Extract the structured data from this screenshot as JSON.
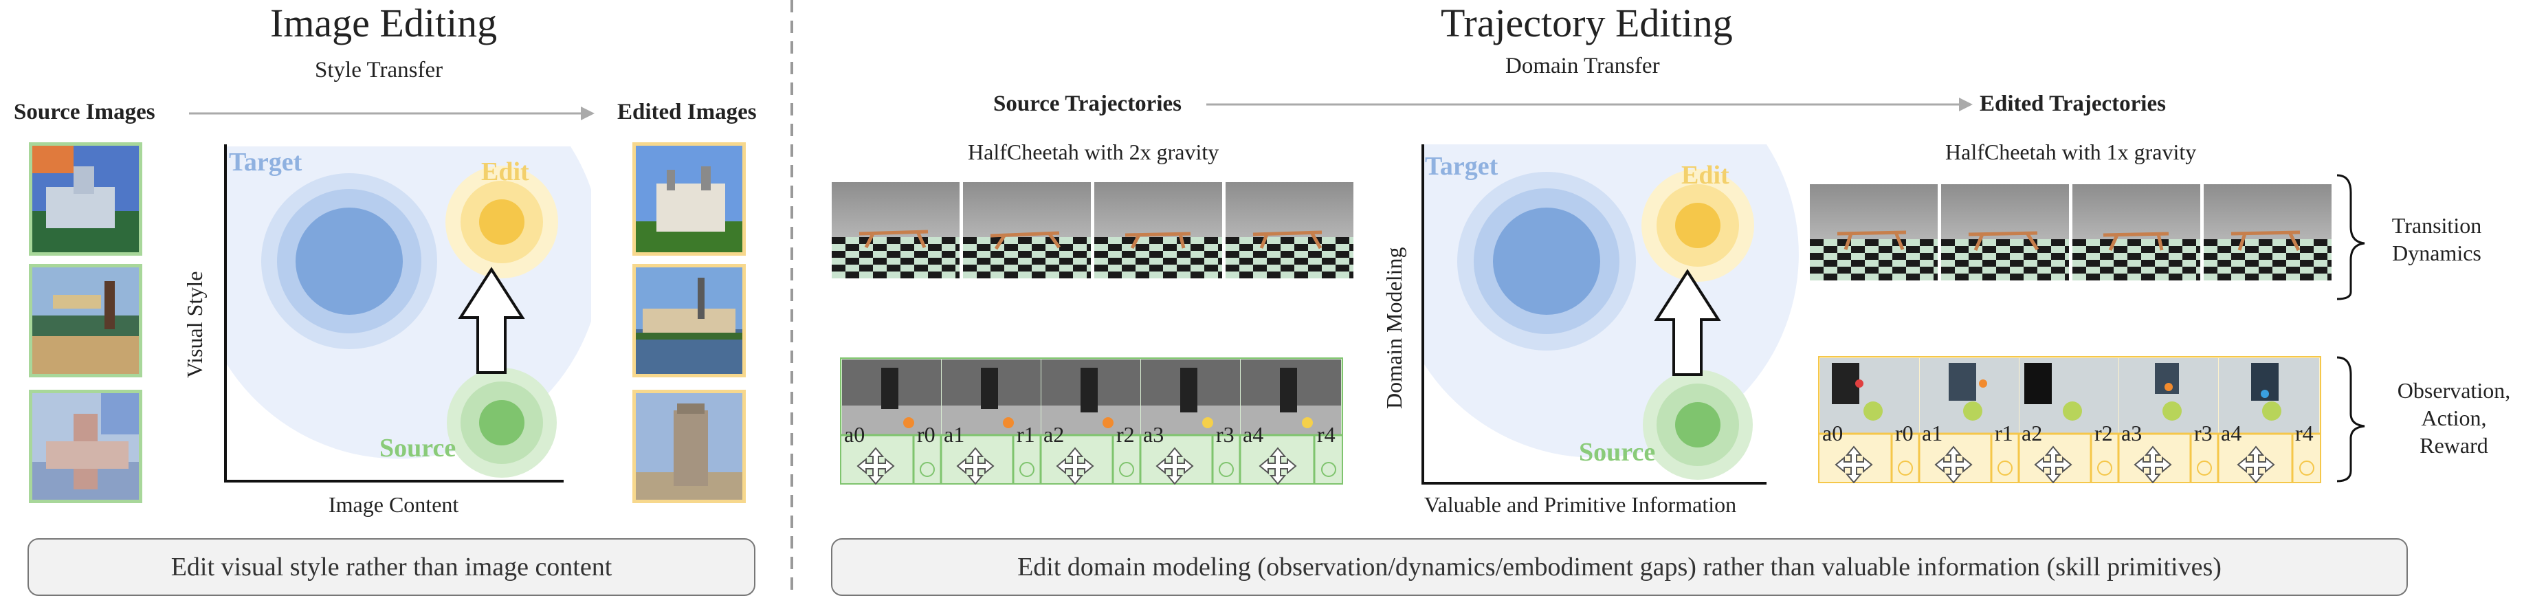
{
  "image_editing": {
    "title": "Image Editing",
    "subtitle": "Style Transfer",
    "source_label": "Source Images",
    "edited_label": "Edited Images",
    "x_axis": "Image Content",
    "y_axis": "Visual Style",
    "target": "Target",
    "edit": "Edit",
    "source": "Source",
    "caption": "Edit visual style rather than image content"
  },
  "trajectory_editing": {
    "title": "Trajectory Editing",
    "subtitle": "Domain Transfer",
    "source_label": "Source Trajectories",
    "edited_label": "Edited Trajectories",
    "source_env": "HalfCheetah with 2x gravity",
    "edited_env": "HalfCheetah with 1x gravity",
    "x_axis": "Valuable and Primitive Information",
    "y_axis": "Domain Modeling",
    "target": "Target",
    "edit": "Edit",
    "source": "Source",
    "side_label_1": "Transition\nDynamics",
    "side_label_2": "Observation,\nAction,\nReward",
    "caption": "Edit domain modeling (observation/dynamics/embodiment gaps) rather than valuable information (skill primitives)"
  },
  "strip_labels": {
    "actions": [
      "a0",
      "a1",
      "a2",
      "a3",
      "a4"
    ],
    "rewards": [
      "r0",
      "r1",
      "r2",
      "r3",
      "r4"
    ]
  },
  "colors": {
    "target_blue": "#7ea6dc",
    "edit_yellow": "#f5c74a",
    "source_green": "#7fc46e",
    "green_border": "#a8d79a",
    "yellow_border": "#f7d88d"
  }
}
